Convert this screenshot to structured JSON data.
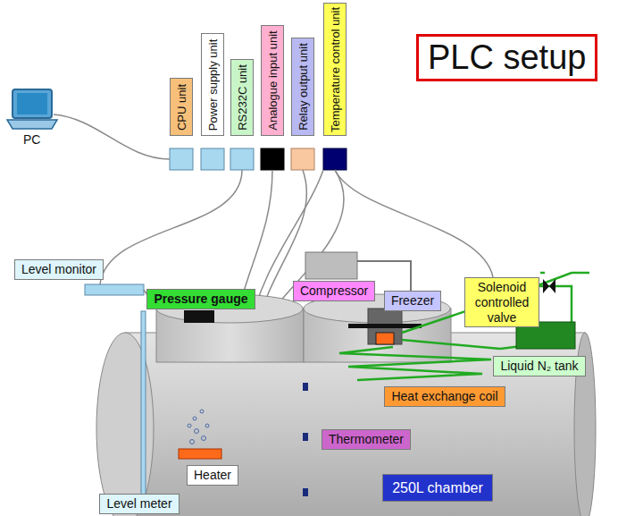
{
  "diagram": {
    "title": "PLC setup",
    "nodes": [
      {
        "text": [
          "CPU unit"
        ]
      },
      {
        "text": [
          "Power supply unit"
        ]
      },
      {
        "text": [
          "RS232C unit"
        ]
      },
      {
        "text": [
          "Analogue input unit"
        ]
      },
      {
        "text": [
          "Relay output unit"
        ]
      },
      {
        "text": [
          "Temperature control unit"
        ]
      },
      {
        "text": [
          "Level monitor"
        ]
      },
      {
        "text": [
          "Pressure gauge"
        ]
      },
      {
        "text": [
          "Compressor"
        ]
      },
      {
        "text": [
          "Freezer"
        ]
      },
      {
        "text": [
          "Solenoid controlled valve"
        ]
      },
      {
        "text": [
          "Liquid N₂ tank"
        ]
      },
      {
        "text": [
          "Heat exchange coil"
        ]
      },
      {
        "text": [
          "Thermometer"
        ]
      },
      {
        "text": [
          "Heater"
        ]
      },
      {
        "text": [
          "250L chamber"
        ]
      },
      {
        "text": [
          "Level meter"
        ]
      }
    ],
    "labels": [
      "PC"
    ]
  }
}
